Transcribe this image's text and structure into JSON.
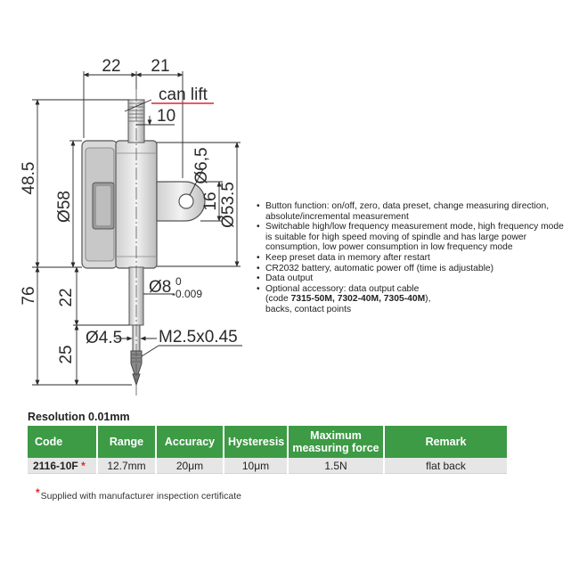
{
  "drawing": {
    "dims": {
      "top_left_width": "22",
      "top_right_width": "21",
      "can_lift": "can lift",
      "lift_amount": "10",
      "height_48_5": "48.5",
      "dia_58": "Ø58",
      "dia_6_5": "Ø6,5",
      "lug_16": "16",
      "dia_53_5": "Ø53.5",
      "height_76": "76",
      "stem_22": "22",
      "stem_dia": "Ø8",
      "stem_tol_upper": "0",
      "stem_tol_lower": "-0.009",
      "tip_25": "25",
      "tip_dia": "Ø4.5",
      "thread": "M2.5x0.45"
    }
  },
  "features": [
    "Button function: on/off, zero, data preset, change measuring direction, absolute/incremental measurement",
    "Switchable high/low frequency measurement mode, high frequency mode is suitable for high speed moving of spindle and has large power consumption, low power consumption in low frequency mode",
    "Keep preset data in memory after restart",
    "CR2032 battery, automatic power off (time is adjustable)",
    "Data output"
  ],
  "accessory": {
    "line1": "Optional accessory: data output cable",
    "code_prefix": "(code ",
    "codes": "7315-50M, 7302-40M, 7305-40M",
    "code_suffix": "),",
    "line3": "backs, contact points"
  },
  "resolution": "Resolution 0.01mm",
  "table": {
    "headers": {
      "code": "Code",
      "range": "Range",
      "accuracy": "Accuracy",
      "hysteresis": "Hysteresis",
      "force_line1": "Maximum",
      "force_line2": "measuring force",
      "remark": "Remark"
    },
    "rows": [
      {
        "code": "2116-10F",
        "star": "*",
        "range": "12.7mm",
        "accuracy": "20μm",
        "hysteresis": "10μm",
        "force": "1.5N",
        "remark": "flat back"
      }
    ]
  },
  "footnote": {
    "star": "*",
    "text": "Supplied with manufacturer inspection certificate"
  },
  "colors": {
    "header_green": "#3d9a45",
    "star_red": "#e0242b",
    "row_grey": "#e6e6e6"
  }
}
